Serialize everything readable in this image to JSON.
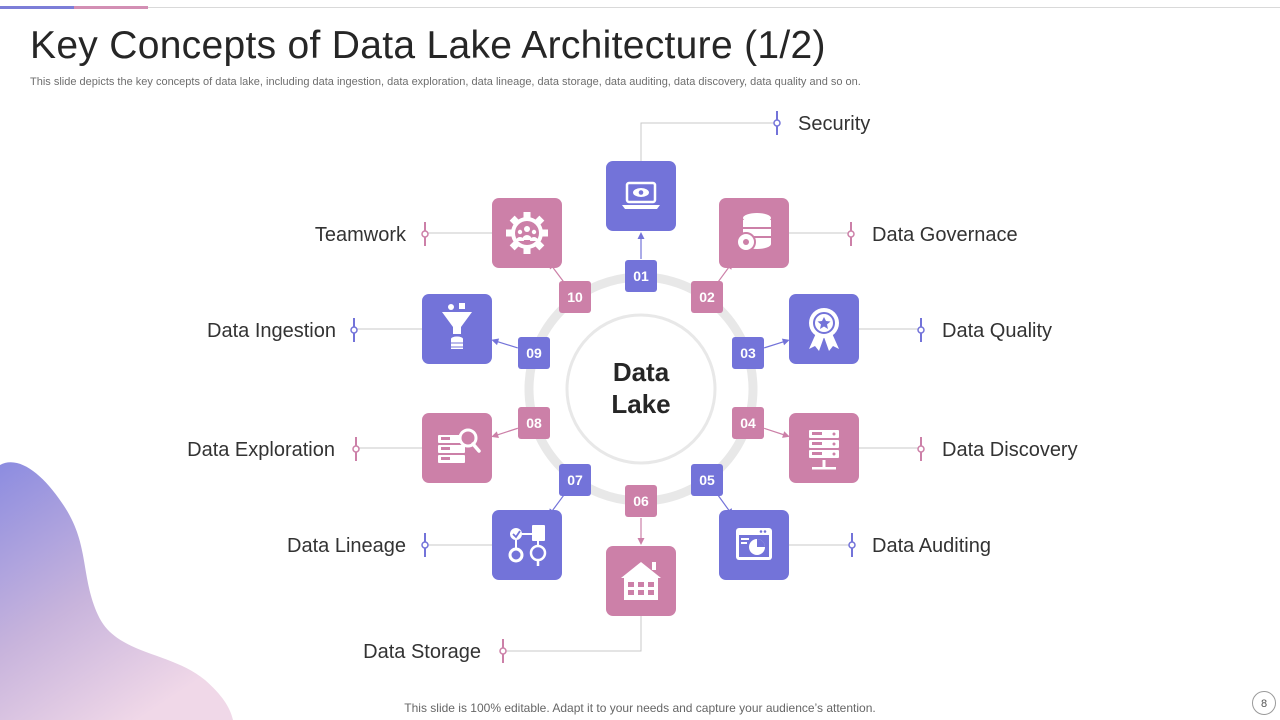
{
  "slide": {
    "title": "Key Concepts of Data Lake Architecture (1/2)",
    "subtitle": "This slide depicts the key concepts of data lake, including data ingestion, data exploration, data lineage, data storage, data auditing, data discovery, data quality and so on.",
    "footer": "This slide is 100% editable. Adapt it to your needs and capture your audience’s attention.",
    "page_number": "8"
  },
  "diagram": {
    "center_label_line1": "Data",
    "center_label_line2": "Lake",
    "colors": {
      "blue": "#7373d9",
      "pink": "#cc80a8",
      "ring": "#e8e8e8",
      "connector": "#c9c9c9"
    },
    "nodes": [
      {
        "number": "01",
        "label": "Security",
        "icon": "laptop-eye-icon",
        "color": "blue"
      },
      {
        "number": "02",
        "label": "Data Governace",
        "icon": "database-gear-icon",
        "color": "pink"
      },
      {
        "number": "03",
        "label": "Data Quality",
        "icon": "award-ribbon-icon",
        "color": "blue"
      },
      {
        "number": "04",
        "label": "Data Discovery",
        "icon": "server-rack-icon",
        "color": "pink"
      },
      {
        "number": "05",
        "label": "Data Auditing",
        "icon": "browser-chart-icon",
        "color": "blue"
      },
      {
        "number": "06",
        "label": "Data Storage",
        "icon": "warehouse-icon",
        "color": "pink"
      },
      {
        "number": "07",
        "label": "Data Lineage",
        "icon": "flow-chart-icon",
        "color": "blue"
      },
      {
        "number": "08",
        "label": "Data Exploration",
        "icon": "server-search-icon",
        "color": "pink"
      },
      {
        "number": "09",
        "label": "Data Ingestion",
        "icon": "funnel-database-icon",
        "color": "blue"
      },
      {
        "number": "10",
        "label": "Teamwork",
        "icon": "gear-team-icon",
        "color": "pink"
      }
    ]
  }
}
